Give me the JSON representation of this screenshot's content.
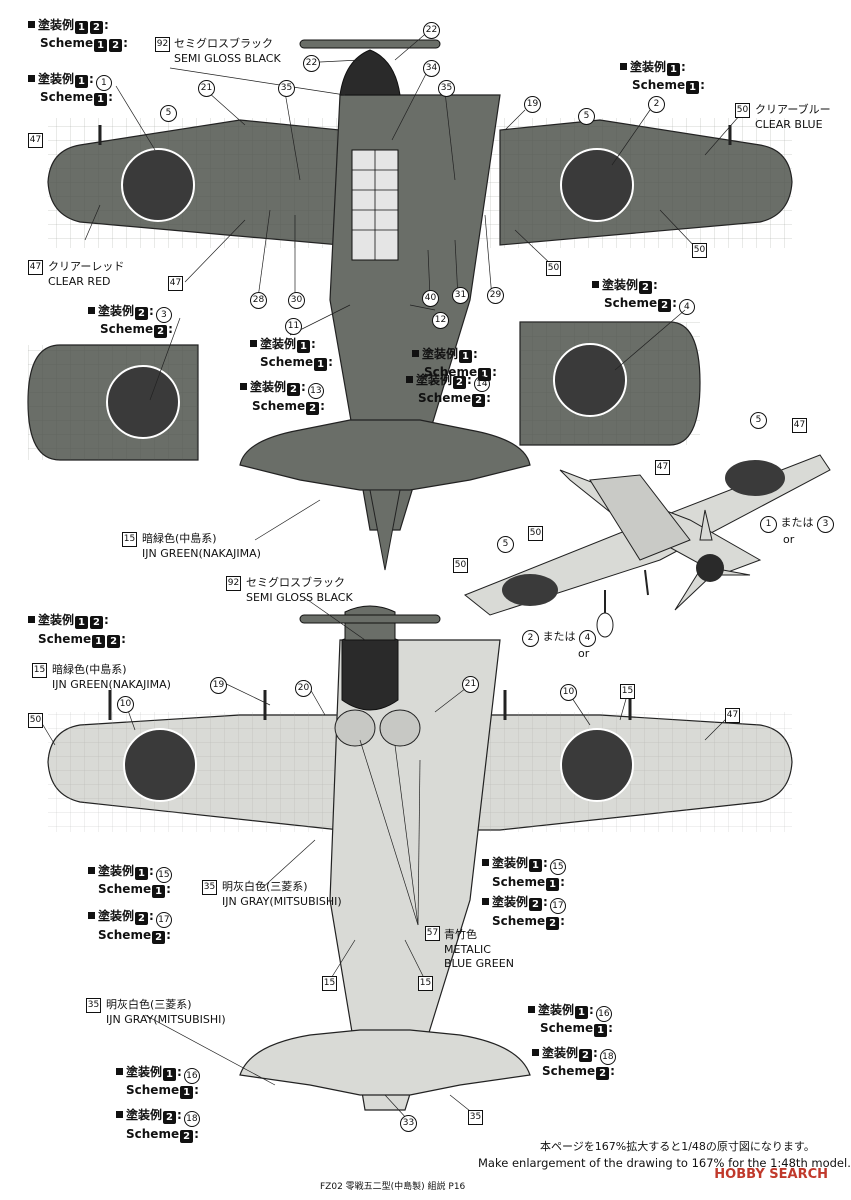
{
  "colors": {
    "ijn_green": "#6a6e68",
    "ijn_gray": "#d9dad6",
    "semi_gloss_black": "#2a2a2a",
    "hinomaru": "#3a3a3a",
    "line": "#222222"
  },
  "scheme": {
    "jp": "塗装例",
    "en": "Scheme",
    "n1": "1",
    "n2": "2"
  },
  "labels": {
    "semi_gloss_black_jp": "セミグロスブラック",
    "semi_gloss_black_en": "SEMI GLOSS BLACK",
    "clear_blue_jp": "クリアーブルー",
    "clear_blue_en": "CLEAR BLUE",
    "clear_red_jp": "クリアーレッド",
    "clear_red_en": "CLEAR RED",
    "ijn_green_jp": "暗緑色(中島系)",
    "ijn_green_en": "IJN GREEN(NAKAJIMA)",
    "ijn_gray_jp": "明灰白色(三菱系)",
    "ijn_gray_en": "IJN GRAY(MITSUBISHI)",
    "metallic_jp": "青竹色",
    "metallic_en1": "METALIC",
    "metallic_en2": "BLUE GREEN",
    "or_jp": "または",
    "or_en": "or"
  },
  "nums": {
    "n1": "1",
    "n2": "2",
    "n3": "3",
    "n4": "4",
    "n5": "5",
    "n10": "10",
    "n11": "11",
    "n12": "12",
    "n13": "13",
    "n14": "14",
    "n15": "15",
    "n16": "16",
    "n17": "17",
    "n18": "18",
    "n19": "19",
    "n20": "20",
    "n21": "21",
    "n22": "22",
    "n28": "28",
    "n29": "29",
    "n30": "30",
    "n31": "31",
    "n33": "33",
    "n34": "34",
    "n35": "35",
    "n40": "40",
    "n47": "47",
    "n50": "50",
    "n57": "57",
    "n92": "92"
  },
  "footer": {
    "note_jp": "本ページを167%拡大すると1/48の原寸図になります。",
    "note_en": "Make enlargement of the drawing to 167% for the 1:48th model.",
    "page": "FZ02 零戦五二型(中島製) 組説 P16",
    "logo": "HOBBY SEARCH"
  }
}
